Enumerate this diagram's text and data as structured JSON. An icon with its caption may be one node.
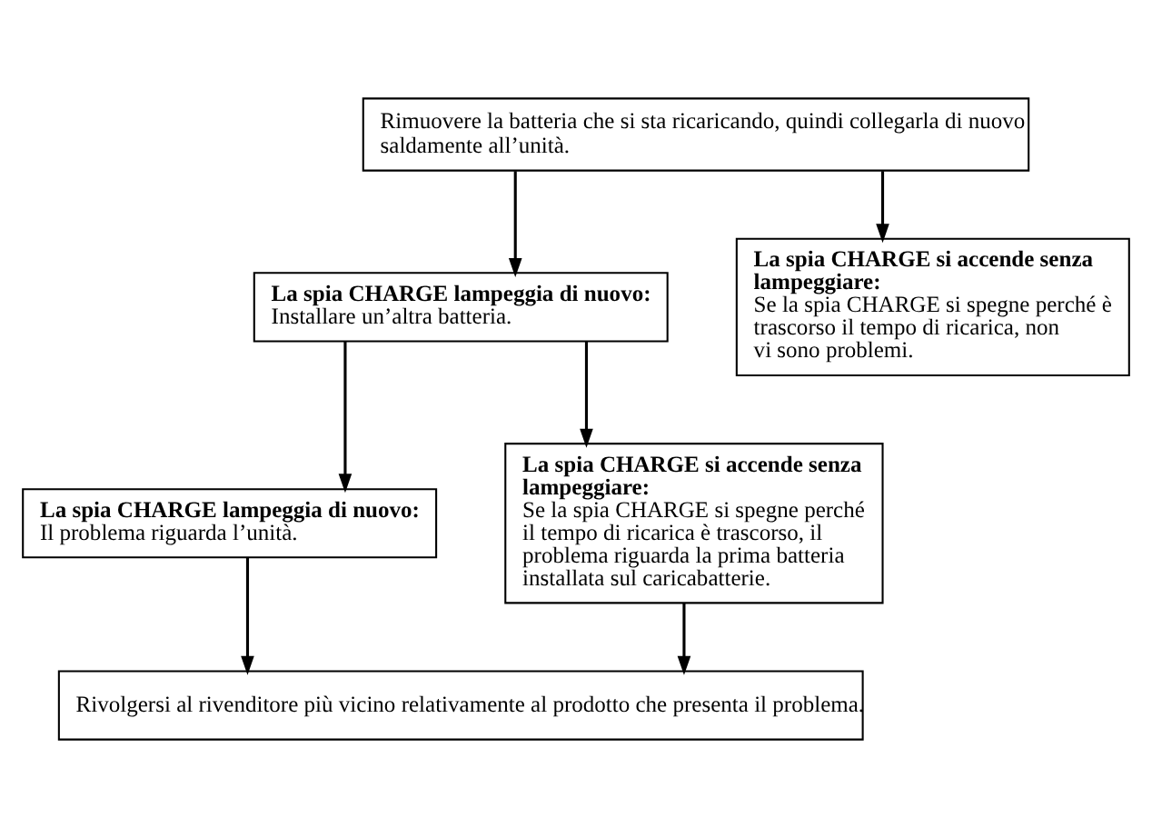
{
  "diagram": {
    "nodes": [
      {
        "text": [
          "Rimuovere la batteria che si sta ricaricando, quindi collegarla di nuovo saldamente all’unità."
        ]
      },
      {
        "text": [
          "La spia CHARGE lampeggia di nuovo:",
          "Installare un’altra batteria."
        ]
      },
      {
        "text": [
          "La spia CHARGE si accende senza lampeggiare:",
          "Se la spia CHARGE si spegne perché è trascorso il tempo di ricarica, non vi sono problemi."
        ]
      },
      {
        "text": [
          "La spia CHARGE lampeggia di nuovo:",
          "Il problema riguarda l’unità."
        ]
      },
      {
        "text": [
          "La spia CHARGE si accende senza lampeggiare:",
          "Se la spia CHARGE si spegne perché il tempo di ricarica è trascorso, il problema riguarda la prima batteria installata sul caricabatterie."
        ]
      },
      {
        "text": [
          "Rivolgersi al rivenditore più vicino relativamente al prodotto che presenta il problema."
        ]
      }
    ],
    "edges": [
      {
        "from": 0,
        "to": 1,
        "arrow": "to"
      },
      {
        "from": 0,
        "to": 2,
        "arrow": "to"
      },
      {
        "from": 1,
        "to": 3,
        "arrow": "to"
      },
      {
        "from": 1,
        "to": 4,
        "arrow": "to"
      },
      {
        "from": 3,
        "to": 5,
        "arrow": "to"
      },
      {
        "from": 4,
        "to": 5,
        "arrow": "to"
      }
    ]
  }
}
